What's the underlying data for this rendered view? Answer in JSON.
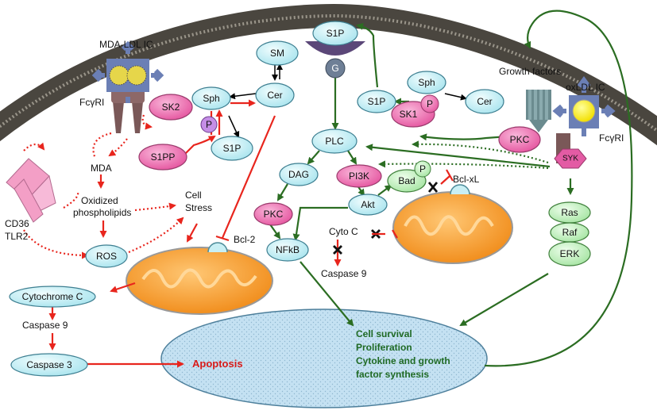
{
  "labels": {
    "mda_ldl_ic": "MDA-LDL IC",
    "fcgri_left": "FcγRI",
    "fcgri_right": "FcγRI",
    "growth_factors": "Growth factors",
    "oxldl_ic": "oxLDL IC",
    "cd36": "CD36",
    "tlr2": "TLR2",
    "mda": "MDA",
    "oxidized_1": "Oxidized",
    "oxidized_2": "phospholipids",
    "cell_stress_1": "Cell",
    "cell_stress_2": "Stress",
    "bcl2": "Bcl-2",
    "bcl_xl": "Bcl-xL",
    "cyto_c": "Cyto C",
    "caspase9_mid": "Caspase 9",
    "caspase9_left": "Caspase 9",
    "apoptosis": "Apoptosis"
  },
  "nodes": {
    "sm": "SM",
    "s1p_receptor": "S1P",
    "g_protein": "G",
    "sph_left": "Sph",
    "cer_left": "Cer",
    "sk2": "SK2",
    "p_left": "P",
    "s1pp": "S1PP",
    "s1p_left": "S1P",
    "sph_right": "Sph",
    "cer_right": "Cer",
    "s1p_right": "S1P",
    "sk1": "SK1",
    "p_sk1": "P",
    "pkc_right": "PKC",
    "syk": "SYK",
    "plc": "PLC",
    "dag": "DAG",
    "pi3k": "PI3K",
    "bad": "Bad",
    "p_bad": "P",
    "pkc_mid": "PKC",
    "akt": "Akt",
    "nfkb": "NFkB",
    "ras": "Ras",
    "raf": "Raf",
    "erk": "ERK",
    "ros": "ROS",
    "cytochrome_c": "Cytochrome C",
    "caspase3": "Caspase 3"
  },
  "outcome": {
    "line1": "Cell survival",
    "line2": "Proliferation",
    "line3": "Cytokine  and growth",
    "line4": "factor synthesis"
  },
  "colors": {
    "membrane": "#5e5a52",
    "red_arrow": "#e8251d",
    "green_arrow": "#2b6d22",
    "pink_node": "#ee6cb2",
    "cyan_node": "#c9eff4",
    "green_node": "#c3f2c0",
    "mito_orange": "#fc9f2c",
    "nucleus": "#c1dff0",
    "outcome_text": "#1f6a24",
    "apoptosis_text": "#d81a18"
  }
}
